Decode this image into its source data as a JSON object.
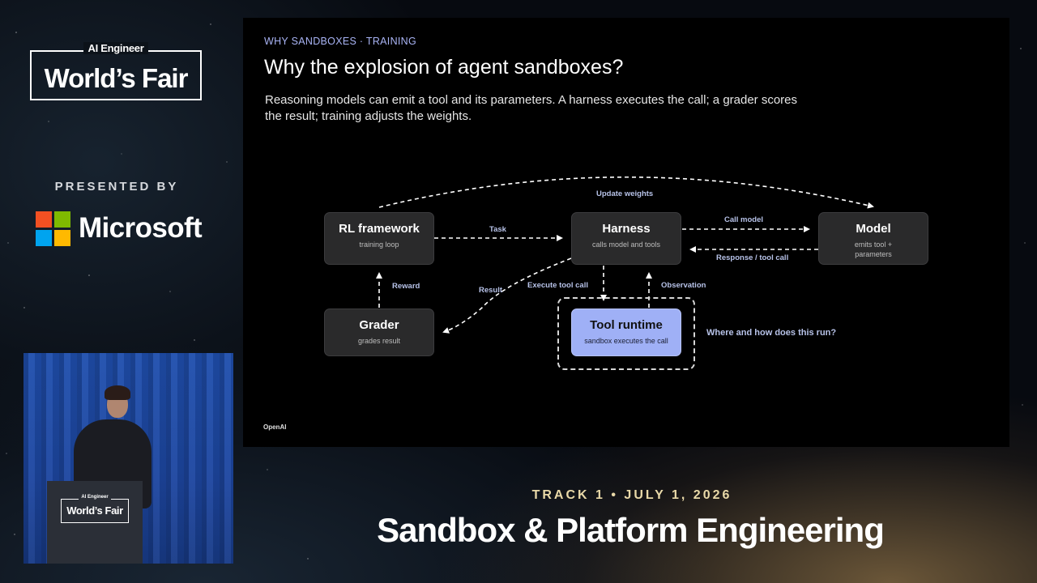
{
  "branding": {
    "event_small": "AI Engineer",
    "event_big": "World’s Fair",
    "presented_by": "PRESENTED BY",
    "sponsor": "Microsoft",
    "ms_colors": [
      "#f25022",
      "#7fba00",
      "#00a4ef",
      "#ffb900"
    ]
  },
  "video": {
    "podium_small": "AI Engineer",
    "podium_big": "World’s Fair"
  },
  "slide": {
    "kicker": "WHY SANDBOXES · TRAINING",
    "title": "Why the explosion of agent sandboxes?",
    "subtitle": "Reasoning models can emit a tool and its parameters. A harness executes the call; a grader scores the result; training adjusts the weights.",
    "footer": "OpenAI",
    "accent": "#a9b4f5"
  },
  "diagram": {
    "nodes": {
      "rl": {
        "title": "RL framework",
        "sub": "training loop"
      },
      "harness": {
        "title": "Harness",
        "sub": "calls model and tools"
      },
      "model": {
        "title": "Model",
        "sub": "emits tool + parameters"
      },
      "grader": {
        "title": "Grader",
        "sub": "grades result"
      },
      "tool": {
        "title": "Tool runtime",
        "sub": "sandbox executes the call"
      }
    },
    "edges": {
      "update_weights": "Update weights",
      "task": "Task",
      "call_model": "Call model",
      "response": "Response / tool call",
      "reward": "Reward",
      "result": "Result",
      "execute": "Execute tool call",
      "observation": "Observation"
    },
    "question": "Where and how does this run?"
  },
  "lower_third": {
    "track": "TRACK 1 • JULY 1, 2026",
    "talk_title": "Sandbox & Platform Engineering"
  }
}
